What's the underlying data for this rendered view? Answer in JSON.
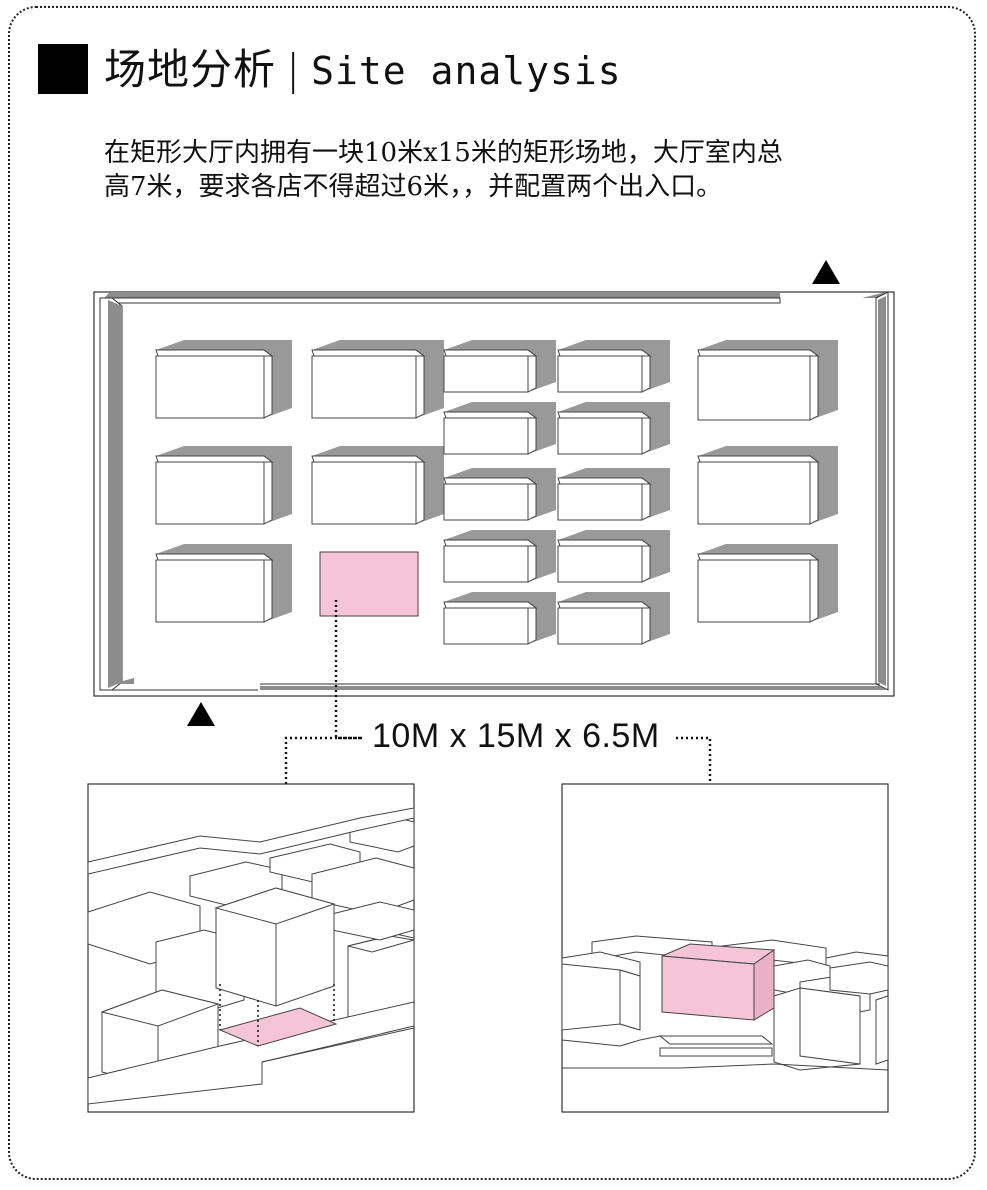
{
  "header": {
    "title_cn": "场地分析",
    "separator": "|",
    "title_en": "Site analysis"
  },
  "description": {
    "line1": "在矩形大厅内拥有一块10米x15米的矩形场地，大厅室内总",
    "line2": "高7米，要求各店不得超过6米，，并配置两个出入口。"
  },
  "dimension_label": "10M x 15M x 6.5M",
  "colors": {
    "site_highlight": "#f5c4d6",
    "shadow": "#999999",
    "wall": "#8c8c8c",
    "line": "#222222"
  },
  "entrances": {
    "icon": "triangle-entrance-icon",
    "count": 2
  }
}
